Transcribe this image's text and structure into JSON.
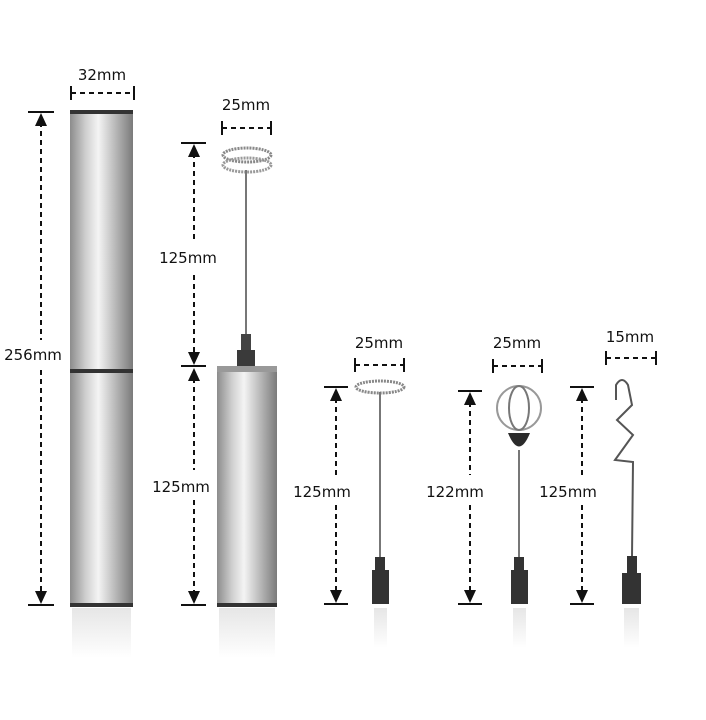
{
  "dimensions": {
    "case_width": "32mm",
    "case_height": "256mm",
    "frother_head_width": "25mm",
    "frother_shaft_length": "125mm",
    "frother_body_length": "125mm",
    "spring_whisk_width": "25mm",
    "spring_whisk_length": "125mm",
    "balloon_whisk_width": "25mm",
    "balloon_whisk_length": "122mm",
    "hook_width": "15mm",
    "hook_length": "125mm"
  },
  "colors": {
    "metal_light": "#e8e8e8",
    "metal_dark": "#8a8a8a",
    "plastic": "#2b2b2b",
    "line": "#111111"
  }
}
